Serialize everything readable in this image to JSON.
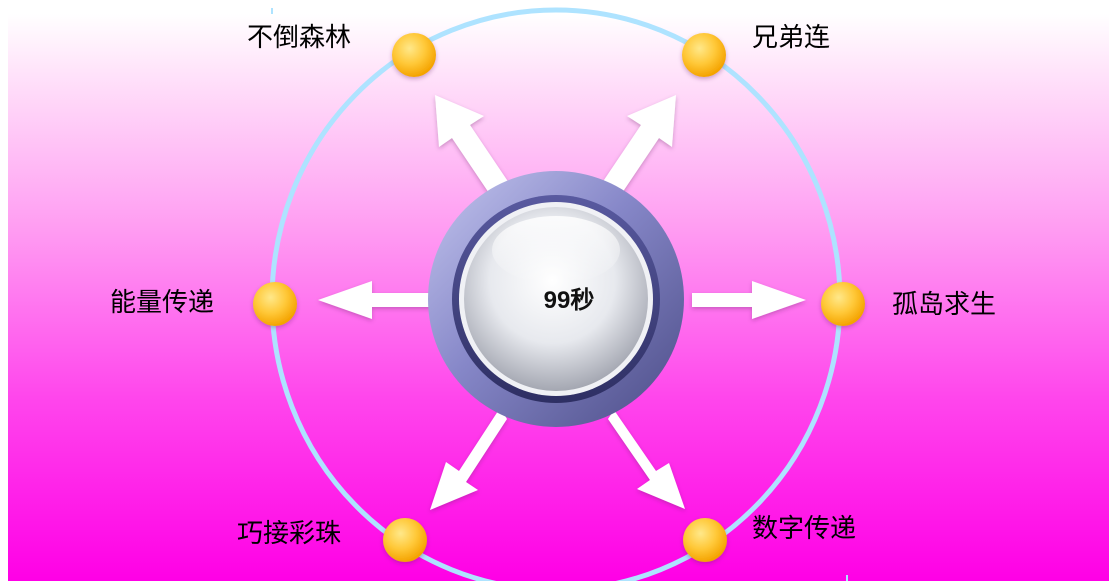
{
  "center": {
    "label": "99秒"
  },
  "nodes": [
    {
      "id": "top-left",
      "label": "不倒森林",
      "icon": "dot-icon"
    },
    {
      "id": "top-right",
      "label": "兄弟连",
      "icon": "dot-icon"
    },
    {
      "id": "right",
      "label": "孤岛求生",
      "icon": "dot-icon"
    },
    {
      "id": "bottom-right",
      "label": "数字传递",
      "icon": "dot-icon"
    },
    {
      "id": "bottom-left",
      "label": "巧接彩珠",
      "icon": "dot-icon"
    },
    {
      "id": "left",
      "label": "能量传递",
      "icon": "dot-icon"
    }
  ],
  "colors": {
    "ring": "#a8e4ff",
    "node_dot": "#ffc400",
    "arrow": "#ffffff",
    "background_top": "#ffffff",
    "background_bottom": "#ff00e6",
    "center_bezel": "#7a7ab8"
  }
}
